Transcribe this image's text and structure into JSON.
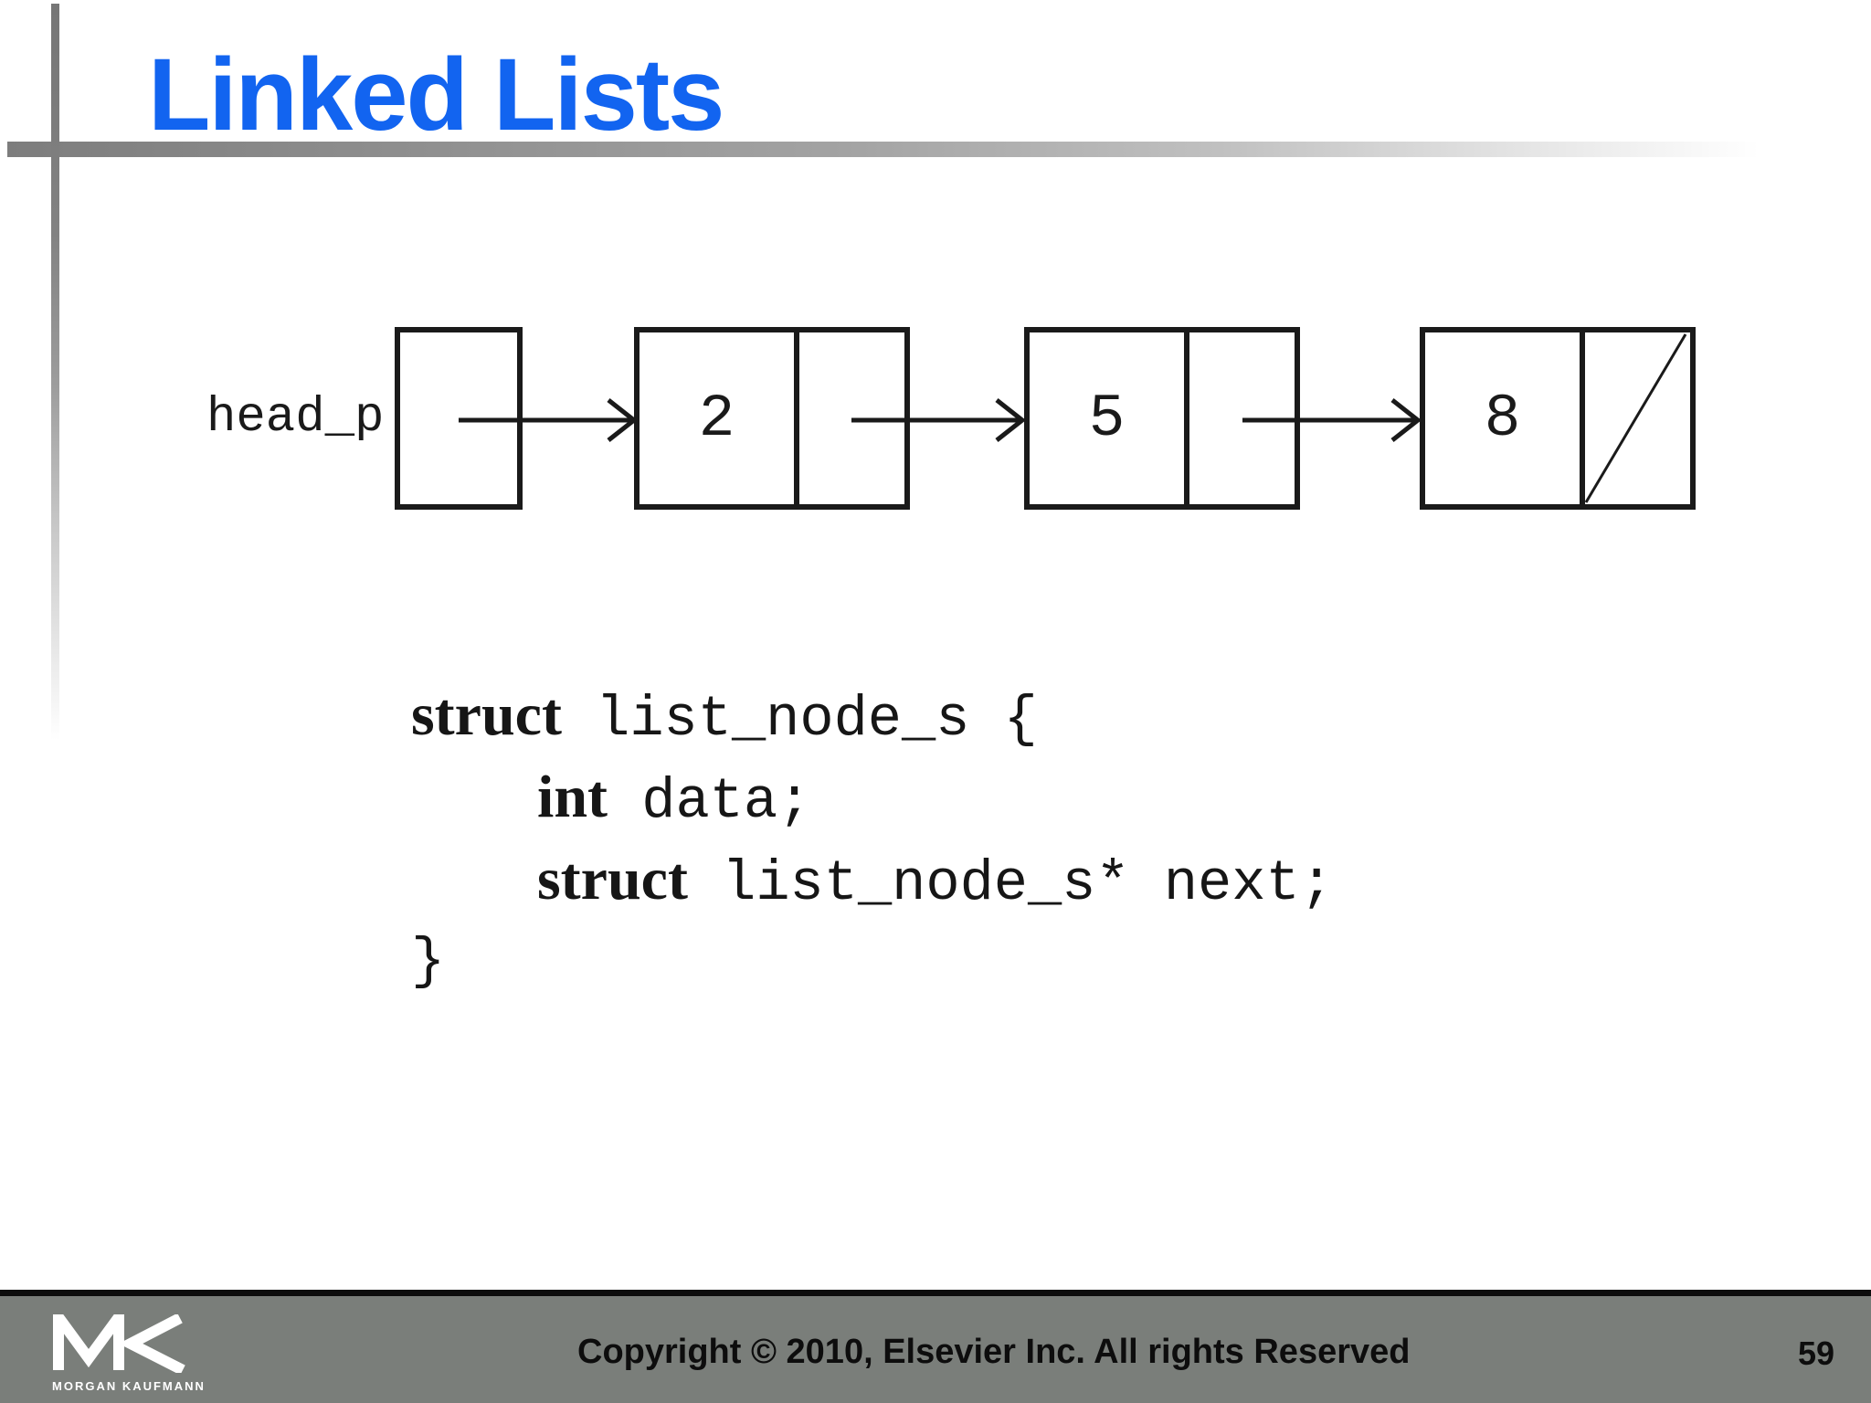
{
  "slide": {
    "title": "Linked Lists",
    "page_number": "59",
    "copyright": "Copyright © 2010, Elsevier Inc. All rights Reserved",
    "logo": {
      "tagline": "MORGAN KAUFMANN"
    }
  },
  "diagram": {
    "head_label": "head_p",
    "nodes": [
      {
        "value": "2",
        "null_pointer": false
      },
      {
        "value": "5",
        "null_pointer": false
      },
      {
        "value": "8",
        "null_pointer": true
      }
    ]
  },
  "code": {
    "line1": {
      "keyword": "struct",
      "rest": " list_node_s {"
    },
    "line2": {
      "keyword": "int",
      "rest": " data;"
    },
    "line3": {
      "keyword": "struct",
      "rest": " list_node_s* next;"
    },
    "line4": {
      "text": "}"
    }
  },
  "colors": {
    "title_blue": "#1264f0",
    "footer_gray": "#7a7e7a",
    "diagram_ink": "#1a1a1a"
  }
}
